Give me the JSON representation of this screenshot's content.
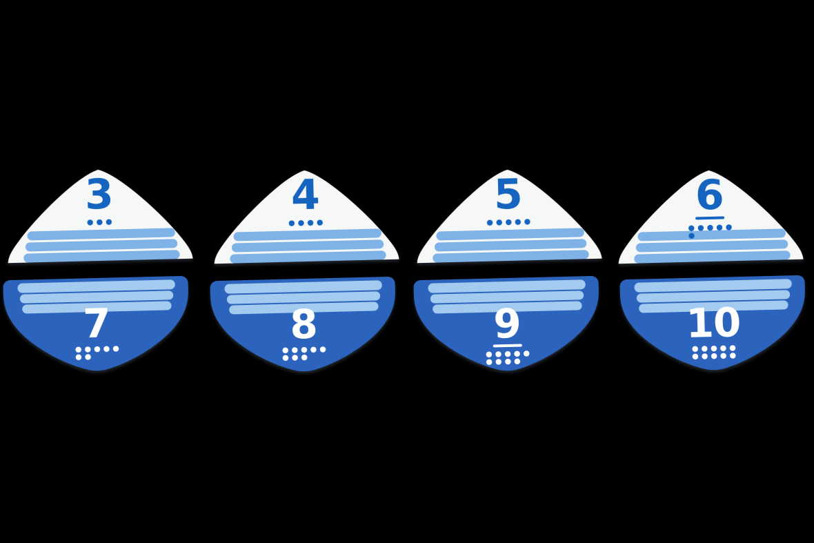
{
  "colors": {
    "background": "#000000",
    "card_light": "#f6f8f8",
    "card_dark": "#2b63bd",
    "number_blue": "#1565c0",
    "number_on_dark": "#ffffff",
    "stripe_on_light": "#7fb2e6",
    "stripe_on_dark": "#a3cbf0"
  },
  "cards": [
    {
      "value": "3",
      "face": "light",
      "row": "top",
      "dot_count": 3,
      "underline": false,
      "stripes": 3,
      "dots_row1": "●●●",
      "dots_row2": ""
    },
    {
      "value": "4",
      "face": "light",
      "row": "top",
      "dot_count": 4,
      "underline": false,
      "stripes": 3,
      "dots_row1": "●●●●",
      "dots_row2": ""
    },
    {
      "value": "5",
      "face": "light",
      "row": "top",
      "dot_count": 5,
      "underline": false,
      "stripes": 3,
      "dots_row1": "●●●●●",
      "dots_row2": ""
    },
    {
      "value": "6",
      "face": "light",
      "row": "top",
      "dot_count": 6,
      "underline": true,
      "stripes": 3,
      "dots_row1": "●●●●●",
      "dots_row2": "●"
    },
    {
      "value": "7",
      "face": "dark",
      "row": "bottom",
      "dot_count": 7,
      "underline": false,
      "stripes": 3,
      "dots_row1": "●●●●●",
      "dots_row2": "●●"
    },
    {
      "value": "8",
      "face": "dark",
      "row": "bottom",
      "dot_count": 8,
      "underline": false,
      "stripes": 3,
      "dots_row1": "●●●●●",
      "dots_row2": "●●●"
    },
    {
      "value": "9",
      "face": "dark",
      "row": "bottom",
      "dot_count": 9,
      "underline": true,
      "stripes": 3,
      "dots_row1": "●●●●●",
      "dots_row2": "●●●●"
    },
    {
      "value": "10",
      "face": "dark",
      "row": "bottom",
      "dot_count": 10,
      "underline": false,
      "stripes": 3,
      "dots_row1": "●●●●●",
      "dots_row2": "●●●●●"
    }
  ]
}
